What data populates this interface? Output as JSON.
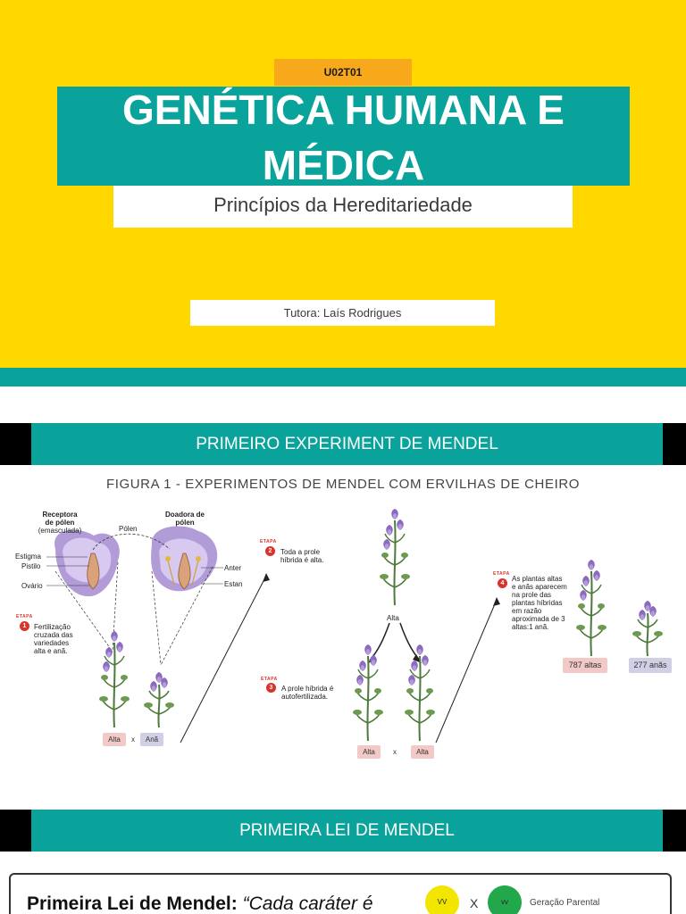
{
  "slide1": {
    "code": "U02T01",
    "title": "GENÉTICA HUMANA E MÉDICA",
    "subtitle": "Princípios da Hereditariedade",
    "tutor": "Tutora: Laís Rodrigues"
  },
  "slide2": {
    "section_title": "PRIMEIRO EXPERIMENT DE MENDEL",
    "figure_title": "FIGURA 1 - EXPERIMENTOS DE MENDEL COM ERVILHAS DE CHEIRO",
    "receptor_label": "Receptora de pólen",
    "receptor_sub": "(emasculada)",
    "donor_label": "Doadora de pólen",
    "pollen_label": "Pólen",
    "stigma_label": "Estigma",
    "pistil_label": "Pistilo",
    "ovary_label": "Ovário",
    "anther_label": "Anter",
    "stamen_label": "Estan",
    "step_tag": "ETAPA",
    "step1_num": "1",
    "step1_text": "Fertilização cruzada das variedades alta e anã.",
    "step2_num": "2",
    "step2_text": "Toda a prole híbrida é alta.",
    "step3_num": "3",
    "step3_text": "A prole híbrida é autofertilizada.",
    "step4_num": "4",
    "step4_text": "As plantas altas e anãs aparecem na prole das plantas híbridas em razão aproximada de 3 altas:1 anã.",
    "hybrid_label": "Alta",
    "parent_tall": "Alta",
    "parent_dwarf": "Anã",
    "f1_left": "Alta",
    "f1_right": "Alta",
    "cross_symbol": "x",
    "tall_count": "787 altas",
    "dwarf_count": "277 anãs"
  },
  "slide3": {
    "section_title": "PRIMEIRA LEI DE MENDEL",
    "law_bold": "Primeira Lei de Mendel:",
    "law_italic": "“Cada caráter é",
    "geno_left": "VV",
    "geno_right": "vv",
    "cross_symbol": "X",
    "generation_label": "Geração Parental"
  },
  "colors": {
    "yellow": "#ffd800",
    "teal": "#0aa39c",
    "orange": "#f7a81b",
    "black": "#000000",
    "flower": "#8b6bbf",
    "stem": "#4d7a3a",
    "tall_pill": "#f2c9c6",
    "dwarf_pill": "#cfd0e6",
    "step_red": "#d9342b",
    "geno_yellow": "#f2e600",
    "geno_green": "#22a84a"
  }
}
